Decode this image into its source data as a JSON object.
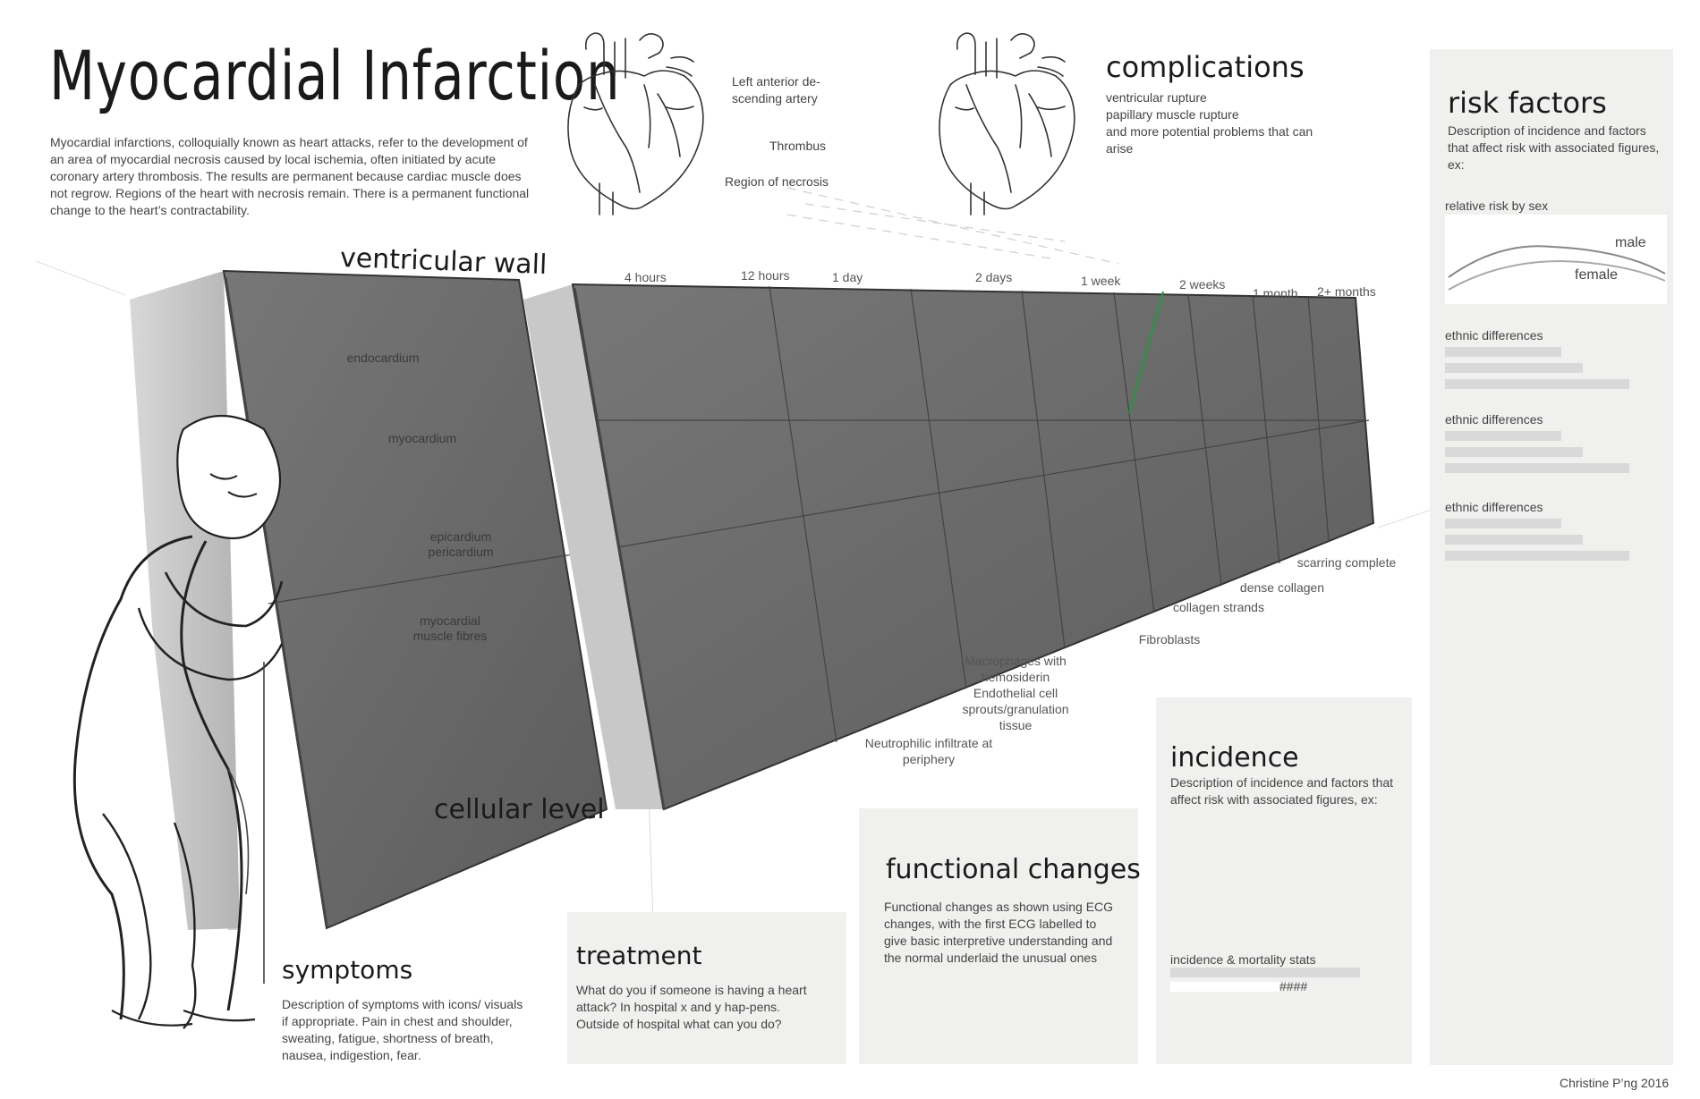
{
  "title": "Myocardial Infarction",
  "intro": "Myocardial infarctions, colloquially known as heart attacks, refer to the development of an area of myocardial necrosis caused by local ischemia, often initiated by acute coronary artery thrombosis. The results are permanent because cardiac muscle does not regrow. Regions of the heart with necrosis remain. There is a permanent functional change to the heart’s contractability.",
  "heart_labels": {
    "artery": "Left anterior de-\nscending artery",
    "thrombus": "Thrombus",
    "necrosis": "Region of necrosis"
  },
  "complications": {
    "heading": "complications",
    "text": "ventricular rupture\npapillary muscle rupture\nand more potential problems that can\narise"
  },
  "risk_factors": {
    "heading": "risk factors",
    "text": "Description of incidence and factors that affect risk with associated figures, ex:",
    "chart_label": "relative risk by sex",
    "male": "male",
    "female": "female",
    "ethnic_1": "ethnic differences",
    "ethnic_2": "ethnic differences",
    "ethnic_3": "ethnic differences"
  },
  "wall": {
    "heading": "ventricular wall",
    "cellular": "cellular level",
    "endocardium": "endocardium",
    "myocardium": "myocardium",
    "epicardium": "epicardium\npericardium",
    "fibres": "myocardial\nmuscle fibres"
  },
  "timeline": {
    "t1": "4 hours",
    "t2": "12 hours",
    "t3": "1 day",
    "t4": "2 days",
    "t5": "1 week",
    "t6": "2 weeks",
    "t7": "1 month",
    "t8": "2+ months"
  },
  "stages": {
    "neutrophilic": "Neutrophilic infiltrate at\nperiphery",
    "macrophages": "Macrophages with\nhemosiderin\nEndothelial cell\nsprouts/granulation\ntissue",
    "fibroblasts": "Fibroblasts",
    "collagen": "collagen strands",
    "dense": "dense collagen",
    "scarring": "scarring complete"
  },
  "symptoms": {
    "heading": "symptoms",
    "text": "Description of symptoms with icons/ visuals if appropriate. Pain in chest and shoulder, sweating, fatigue, shortness of breath, nausea, indigestion, fear."
  },
  "treatment": {
    "heading": "treatment",
    "text": "What do you if someone is having a heart attack? In hospital x and y hap-pens. Outside of hospital what can you do?"
  },
  "functional": {
    "heading": "functional changes",
    "text": "Functional changes as shown using ECG changes, with the first ECG labelled to give basic interpretive understanding and the normal underlaid the unusual ones"
  },
  "incidence": {
    "heading": "incidence",
    "text": "Description of incidence and factors that affect risk with associated figures, ex:",
    "stats_label": "incidence & mortality stats",
    "hash": "####"
  },
  "credit": "Christine P’ng 2016",
  "colors": {
    "block": "#6e6e6e",
    "block_dark": "#5a5a5a",
    "panel": "#f0f0ef",
    "bar": "#d9d9d9",
    "green": "#1f9a3c"
  }
}
